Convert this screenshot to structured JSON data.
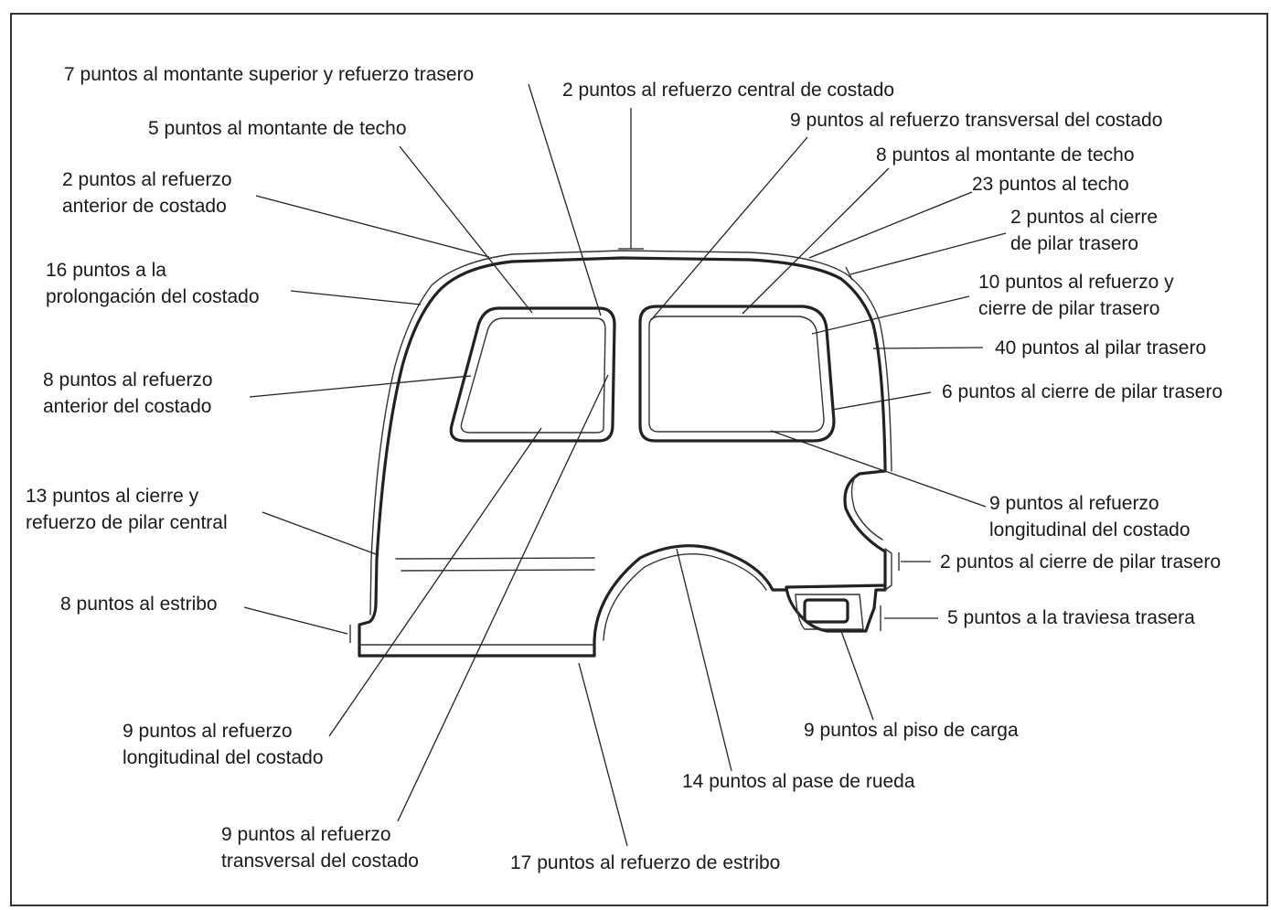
{
  "labels": {
    "l1": "7 puntos al montante superior y refuerzo trasero",
    "l2": "2 puntos al refuerzo central de costado",
    "l3": "5 puntos al montante de techo",
    "l4": "9 puntos al refuerzo transversal del costado",
    "l5": "2 puntos al refuerzo\nanterior de costado",
    "l6": "8 puntos al montante de techo",
    "l7": "23 puntos al techo",
    "l8": "2 puntos al cierre\nde pilar trasero",
    "l9": "16 puntos a la\nprolongación del costado",
    "l10": "10 puntos al refuerzo y\ncierre de pilar trasero",
    "l11": "40 puntos al pilar trasero",
    "l12": "8 puntos al refuerzo\nanterior del costado",
    "l13": "6 puntos al cierre de pilar trasero",
    "l14": "9 puntos al refuerzo\nlongitudinal del costado",
    "l15": "13 puntos al cierre y\nrefuerzo de pilar central",
    "l16": "2 puntos al cierre de pilar trasero",
    "l17": "8 puntos al estribo",
    "l18": "5 puntos a la traviesa trasera",
    "l19": "9 puntos al refuerzo\nlongitudinal del costado",
    "l20": "9 puntos al piso de carga",
    "l21": "14 puntos al pase de rueda",
    "l22": "9 puntos al refuerzo\ntransversal del costado",
    "l23": "17 puntos al refuerzo de estribo"
  }
}
